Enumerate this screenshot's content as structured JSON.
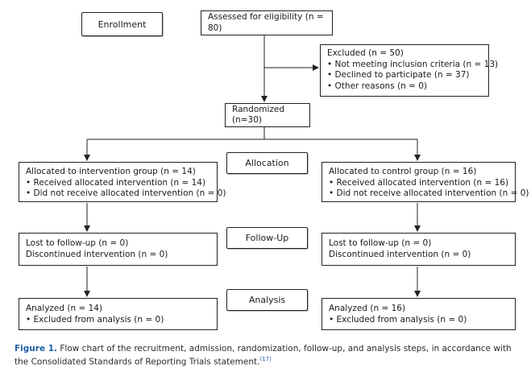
{
  "stages": {
    "enrollment": "Enrollment",
    "allocation": "Allocation",
    "followup": "Follow-Up",
    "analysis": "Analysis"
  },
  "assessed": "Assessed for eligibility (n = 80)",
  "excluded": {
    "title": "Excluded (n = 50)",
    "items": [
      "Not meeting inclusion criteria (n = 13)",
      "Declined to participate (n = 37)",
      "Other reasons (n = 0)"
    ]
  },
  "randomized": "Randomized (n=30)",
  "intervention": {
    "allocated": "Allocated to intervention group (n = 14)",
    "received": "Received allocated intervention (n = 14)",
    "not_received": "Did not receive allocated intervention (n = 0)",
    "lost": "Lost to follow-up (n = 0)",
    "discontinued": "Discontinued intervention (n = 0)",
    "analyzed": "Analyzed (n = 14)",
    "excluded": "Excluded from analysis (n = 0)"
  },
  "control": {
    "allocated": "Allocated to control group (n = 16)",
    "received": "Received allocated intervention (n = 16)",
    "not_received": "Did not receive allocated intervention (n = 0)",
    "lost": "Lost to follow-up (n = 0)",
    "discontinued": "Discontinued intervention (n = 0)",
    "analyzed": "Analyzed (n = 16)",
    "excluded": "Excluded from analysis (n = 0)"
  },
  "caption": {
    "label": "Figure 1.",
    "text": "Flow chart of the recruitment, admission, randomization, follow-up, and analysis steps, in accordance with the Consolidated Standards of Reporting Trials statement.",
    "ref": "(17)"
  }
}
